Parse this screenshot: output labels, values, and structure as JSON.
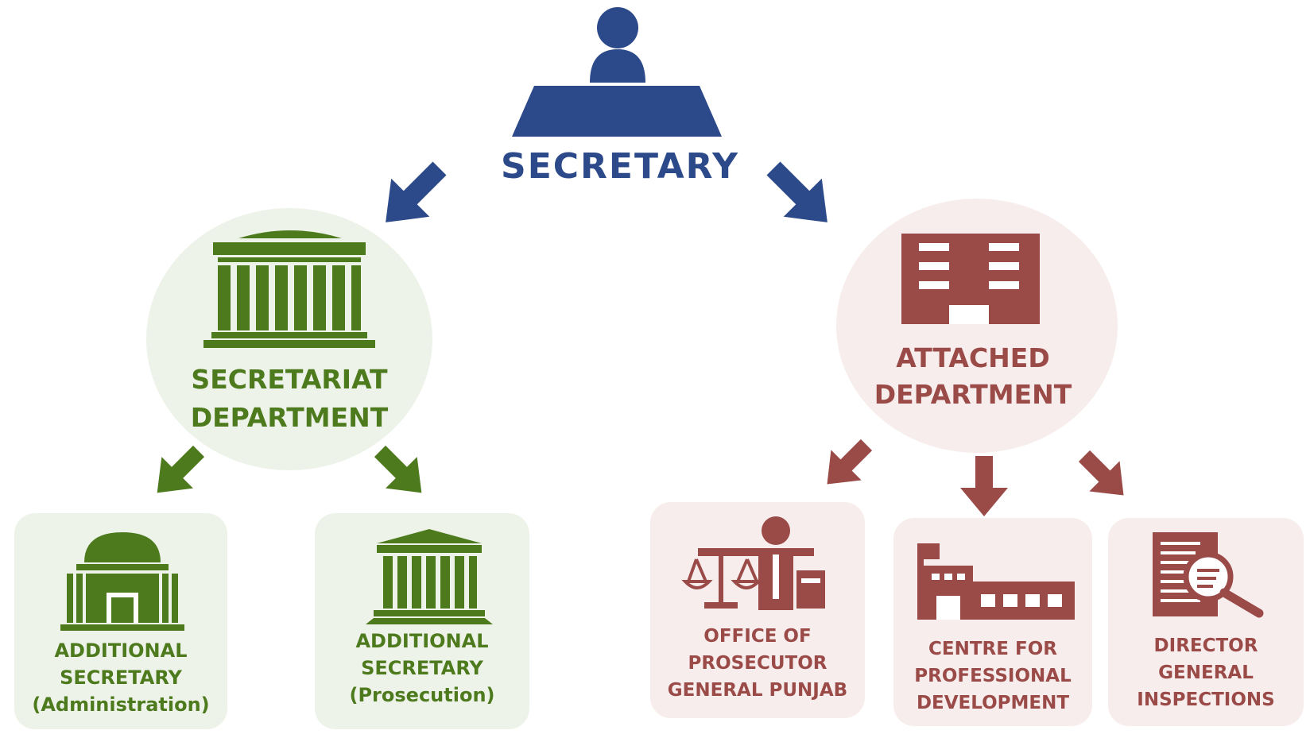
{
  "colors": {
    "blue": "#2c4a8a",
    "green": "#4e7a1e",
    "red": "#9a4a47",
    "green_bg": "#eef3e9",
    "red_bg": "#f8eded"
  },
  "top": {
    "icon": "person-at-desk-icon",
    "label": "SECRETARY"
  },
  "left_branch": {
    "icon": "government-building-icon",
    "label_line1": "SECRETARIAT",
    "label_line2": "DEPARTMENT",
    "children": [
      {
        "icon": "domed-building-icon",
        "line1": "ADDITIONAL",
        "line2": "SECRETARY",
        "line3": "(Administration)"
      },
      {
        "icon": "pillared-building-icon",
        "line1": "ADDITIONAL",
        "line2": "SECRETARY",
        "line3": "(Prosecution)"
      }
    ]
  },
  "right_branch": {
    "icon": "office-block-icon",
    "label_line1": "ATTACHED",
    "label_line2": "DEPARTMENT",
    "children": [
      {
        "icon": "scales-of-justice-icon",
        "line1": "OFFICE OF",
        "line2": "PROSECUTOR",
        "line3": "GENERAL PUNJAB"
      },
      {
        "icon": "factory-building-icon",
        "line1": "CENTRE FOR",
        "line2": "PROFESSIONAL",
        "line3": "DEVELOPMENT"
      },
      {
        "icon": "document-magnifier-icon",
        "line1": "DIRECTOR",
        "line2": "GENERAL",
        "line3": "INSPECTIONS"
      }
    ]
  }
}
